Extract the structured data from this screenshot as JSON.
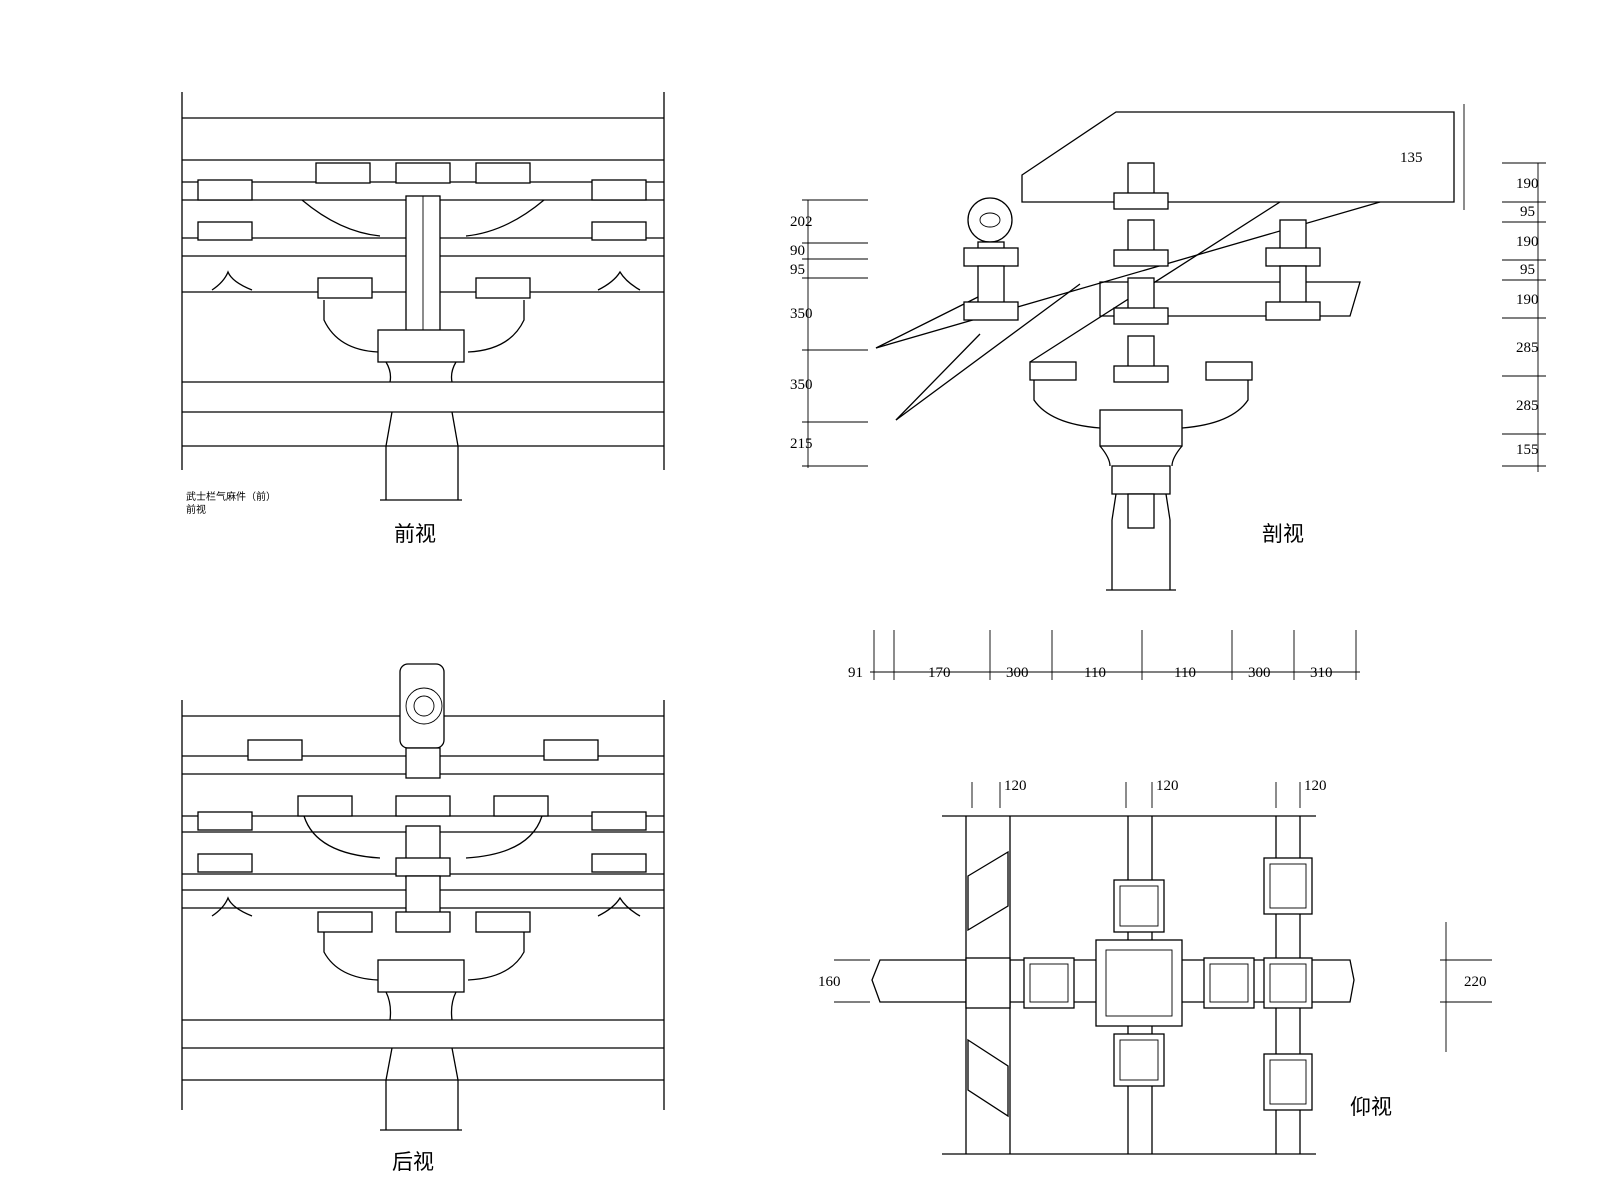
{
  "views": {
    "front": {
      "title": "前视",
      "note_line1": "武士栏气麻件（前）",
      "note_line2": "前视"
    },
    "section": {
      "title": "剖视"
    },
    "back": {
      "title": "后视"
    },
    "bottom": {
      "title": "仰视"
    }
  },
  "dimensions": {
    "section_left": [
      "202",
      "90",
      "95",
      "350",
      "350",
      "215"
    ],
    "section_top": "135",
    "section_right": [
      "190",
      "95",
      "190",
      "95",
      "190",
      "285",
      "285",
      "155"
    ],
    "horizontal": [
      "91",
      "170",
      "300",
      "110",
      "110",
      "300",
      "310"
    ],
    "bottom_top": [
      "120",
      "120",
      "120"
    ],
    "bottom_left": "160",
    "bottom_right": "220"
  },
  "colors": {
    "line": "#000000",
    "background": "#ffffff"
  }
}
